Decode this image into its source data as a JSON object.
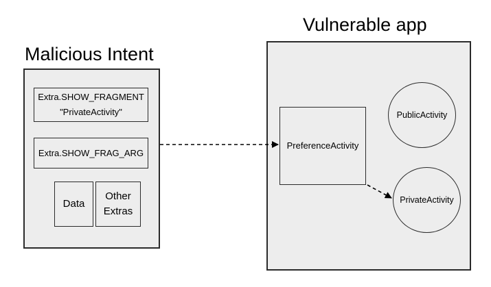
{
  "intent": {
    "title": "Malicious Intent",
    "extra_fragment_line1": "Extra.SHOW_FRAGMENT",
    "extra_fragment_line2": "\"PrivateActivity\"",
    "extra_frag_arg": "Extra.SHOW_FRAG_ARG",
    "data": "Data",
    "other_extras_line1": "Other",
    "other_extras_line2": "Extras"
  },
  "app": {
    "title": "Vulnerable app",
    "preference_activity": "PreferenceActivity",
    "public_activity": "PublicActivity",
    "private_activity": "PrivateActivity"
  }
}
